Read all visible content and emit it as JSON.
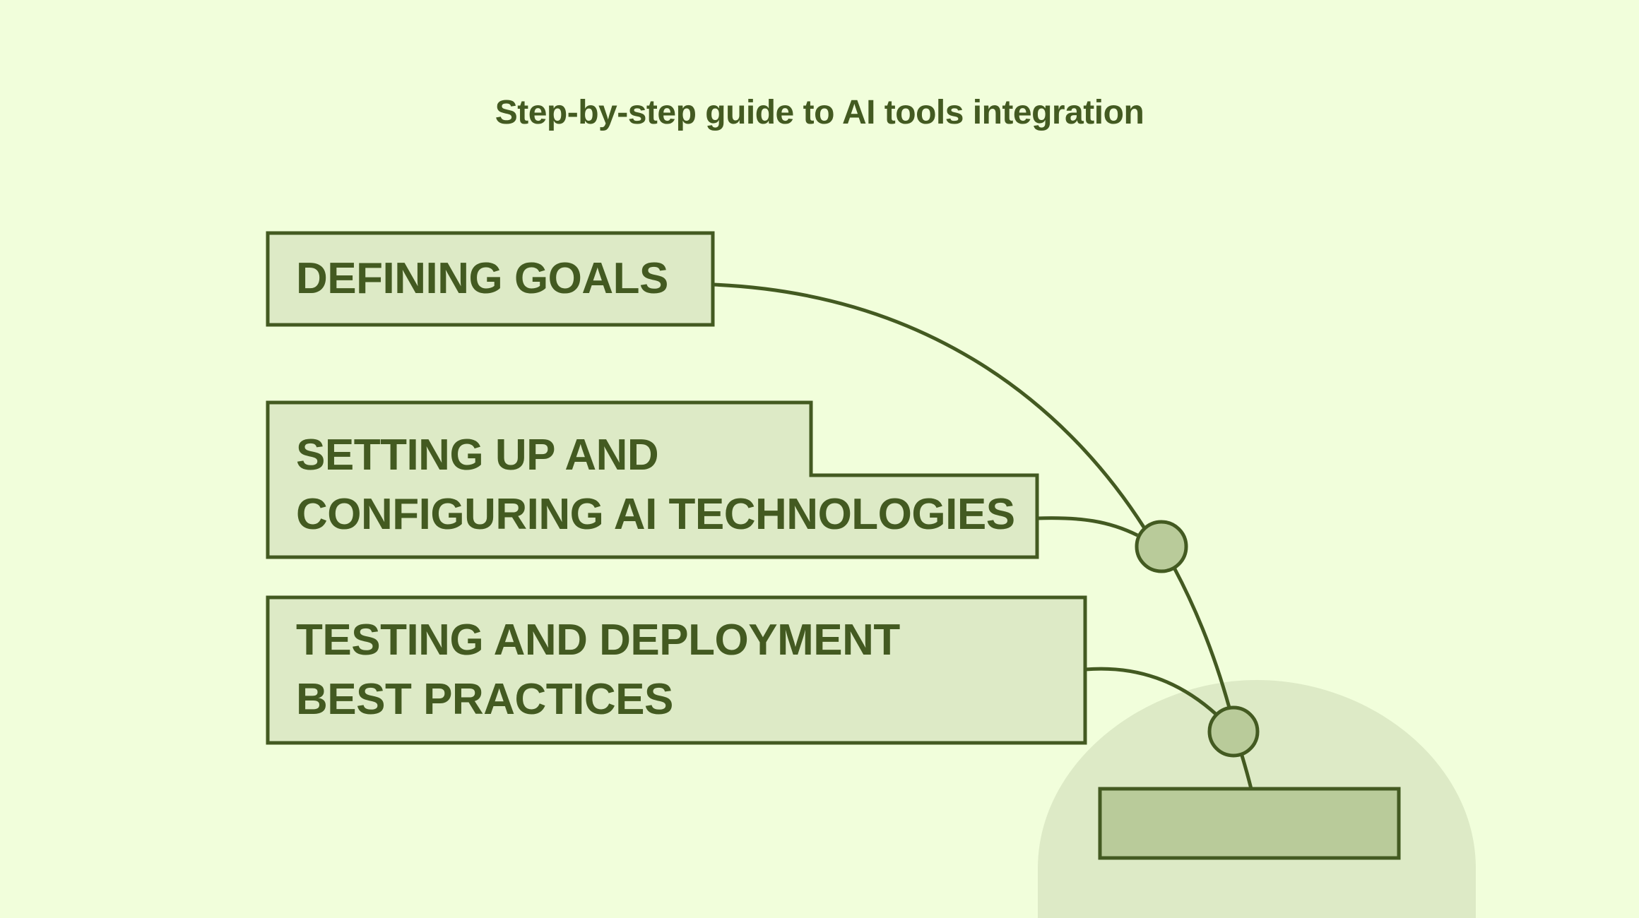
{
  "title": "Step-by-step guide to AI tools integration",
  "colors": {
    "background": "#f1fedb",
    "stroke": "#435a21",
    "box_fill": "#ddeac6",
    "node_fill": "#b9cb9a",
    "blob_fill": "#ddeac6"
  },
  "steps": [
    {
      "lines": [
        "DEFINING GOALS"
      ]
    },
    {
      "lines": [
        "SETTING UP AND",
        "CONFIGURING AI TECHNOLOGIES"
      ]
    },
    {
      "lines": [
        "TESTING AND DEPLOYMENT",
        "BEST PRACTICES"
      ]
    }
  ],
  "end_box": {
    "label": ""
  }
}
